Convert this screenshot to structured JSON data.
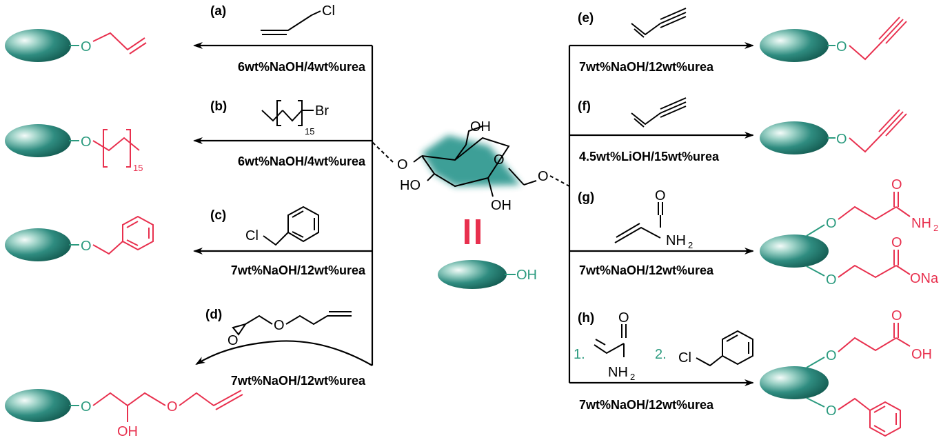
{
  "colors": {
    "accent": "#2a9a7e",
    "product": "#e8304e",
    "glucose_glow": "#1f8f86"
  },
  "icons": {
    "cellulose": "cellulose-ellipse-icon"
  },
  "labels": {
    "a": "(a)",
    "b": "(b)",
    "c": "(c)",
    "d": "(d)",
    "e": "(e)",
    "f": "(f)",
    "g": "(g)",
    "h": "(h)"
  },
  "conditions": {
    "a": "6wt%NaOH/4wt%urea",
    "b": "6wt%NaOH/4wt%urea",
    "c": "7wt%NaOH/12wt%urea",
    "d": "7wt%NaOH/12wt%urea",
    "e": "7wt%NaOH/12wt%urea",
    "f": "4.5wt%LiOH/15wt%urea",
    "g": "7wt%NaOH/12wt%urea",
    "h": "7wt%NaOH/12wt%urea"
  },
  "atoms": {
    "cl": "Cl",
    "br": "Br",
    "o": "O",
    "oh": "OH",
    "ho": "HO",
    "nh2": "NH",
    "ona": "ONa",
    "two": "2",
    "n15": "15"
  },
  "steps": {
    "one": "1.",
    "two": "2."
  },
  "center": {
    "equals": "="
  }
}
